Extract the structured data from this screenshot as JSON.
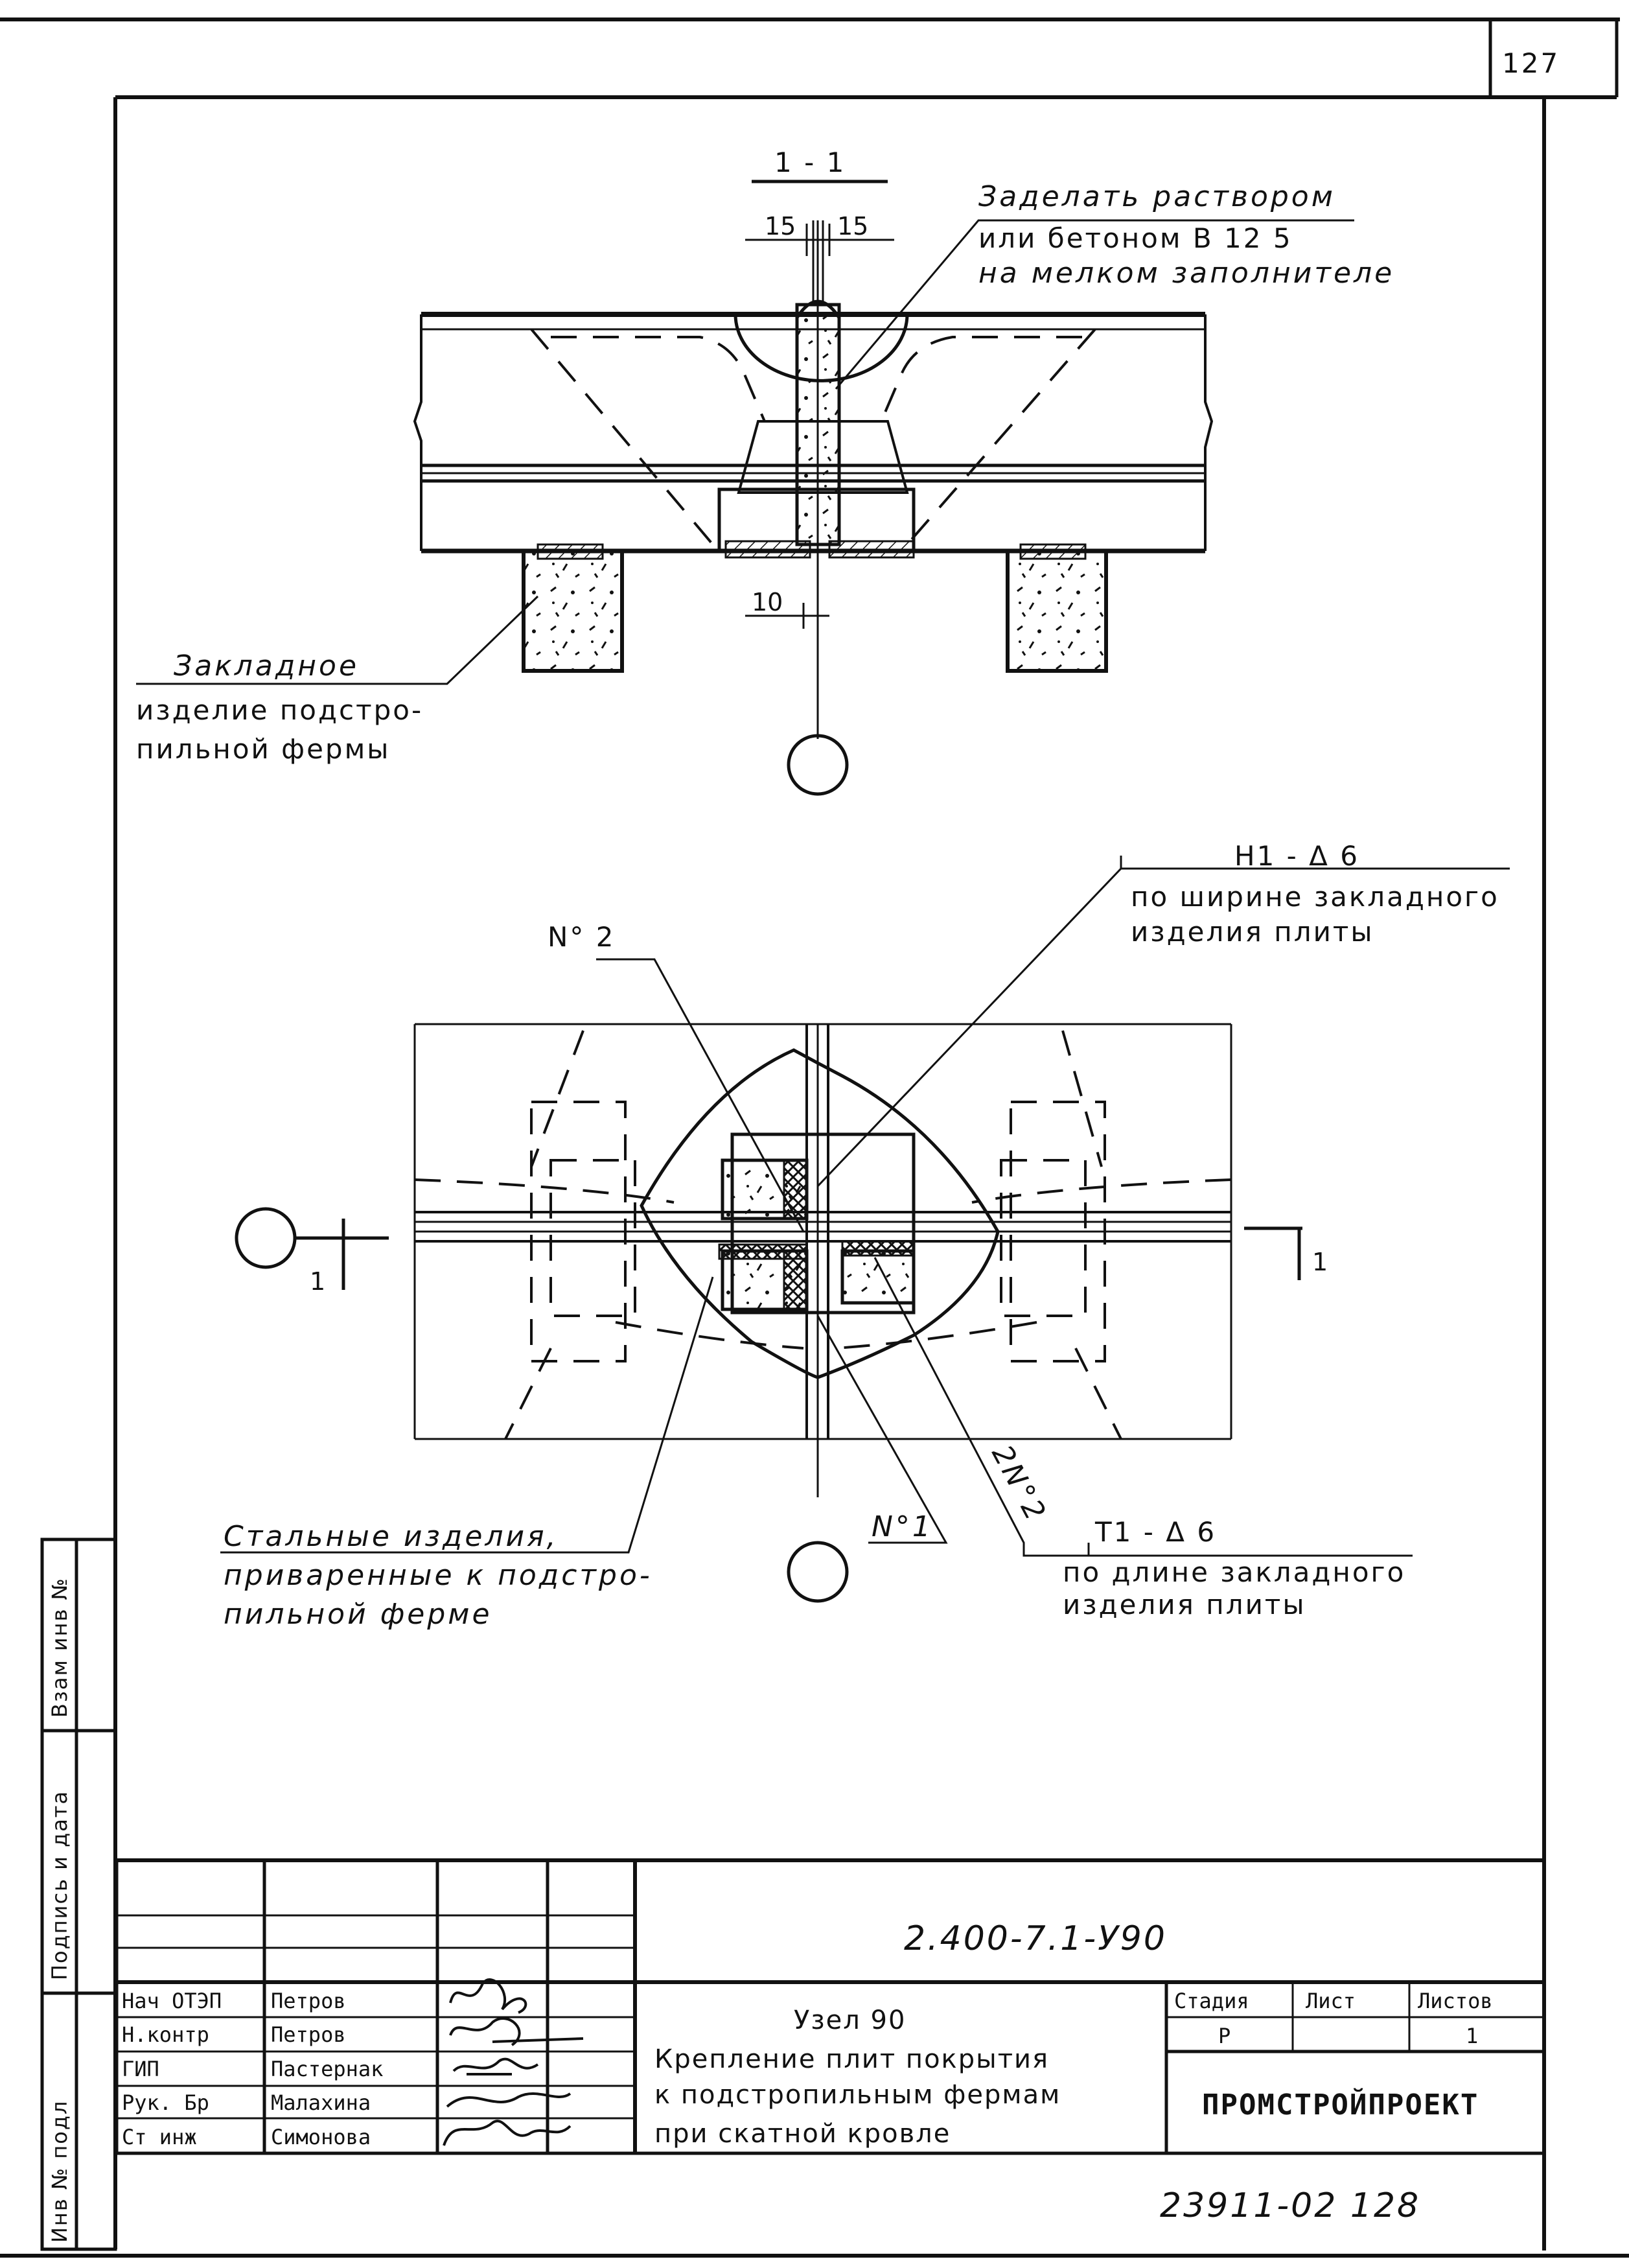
{
  "sheet_number": "127",
  "section": {
    "mark": "1 - 1",
    "dim_left": "15",
    "dim_right": "15",
    "dim_gap": "10",
    "grout_note": [
      "Заделать раствором",
      "или бетоном  В 12 5",
      "на мелком заполнителе"
    ],
    "embed_note": [
      "Закладное",
      "изделие подстро-",
      "пильной фермы"
    ]
  },
  "plan": {
    "cut_left": "1",
    "cut_right": "1",
    "item_no2": "N° 2",
    "item_no1": "N°1",
    "item_2no2": "2N°2",
    "weld_top": [
      "H1 - Δ 6",
      "по ширине закладного",
      "изделия плиты"
    ],
    "weld_bottom": [
      "T1 - Δ 6",
      "по длине закладного",
      "изделия плиты"
    ],
    "steel_note": [
      "Стальные изделия,",
      "приваренные к подстро-",
      "пильной ферме"
    ]
  },
  "side_labels": [
    "Взам инв №",
    "Подпись и дата",
    "Инв № подл"
  ],
  "title_block": {
    "code": "2.400-7.1-У90",
    "roles": [
      "Нач ОТЭП",
      "Н.контр",
      "ГИП",
      "Рук. Бр",
      "Ст инж"
    ],
    "names": [
      "Петров",
      "Петров",
      "Пастернак",
      "Малахина",
      "Симонова"
    ],
    "title": [
      "Узел 90",
      "Крепление плит покрытия",
      "к подстропильным фермам",
      "при скатной кровле"
    ],
    "stage_header": "Стадия",
    "sheet_header": "Лист",
    "sheets_header": "Листов",
    "stage": "Р",
    "sheet": "",
    "sheets": "1",
    "organization": "ПРОМСТРОЙПРОЕКТ"
  },
  "archive_number": "23911-02  128"
}
